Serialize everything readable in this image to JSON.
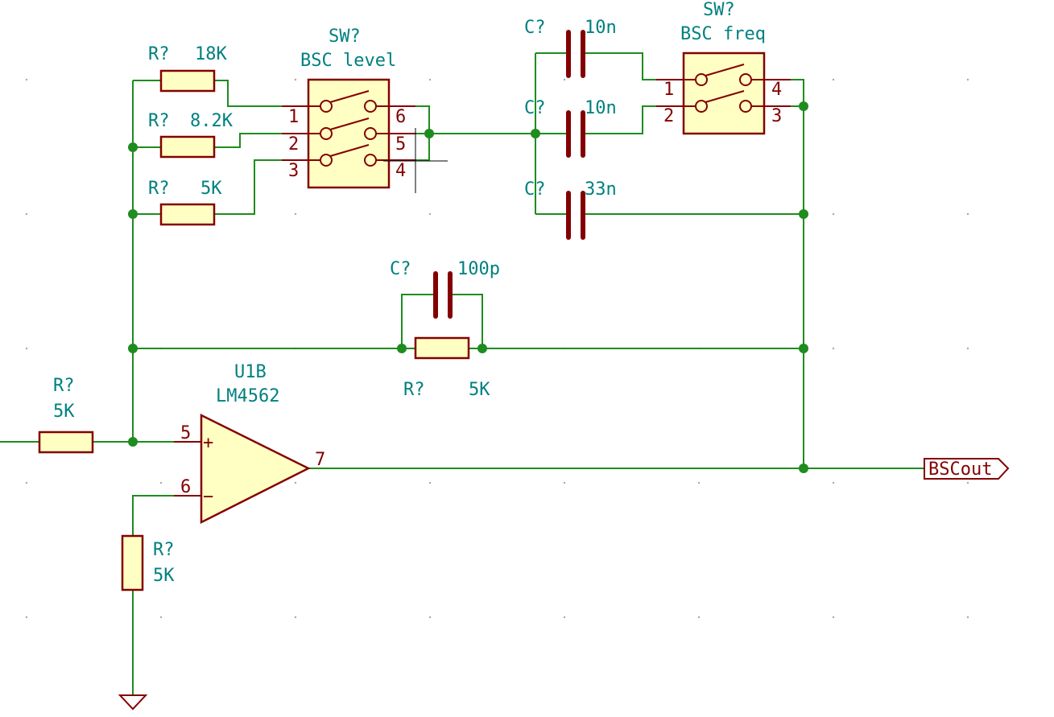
{
  "resistors": {
    "r18k": {
      "ref": "R?",
      "value": "18K"
    },
    "r8k2": {
      "ref": "R?",
      "value": "8.2K"
    },
    "r5k_a": {
      "ref": "R?",
      "value": "5K"
    },
    "rfb": {
      "ref": "R?",
      "value": "5K"
    },
    "rin": {
      "ref": "R?",
      "value": "5K"
    },
    "rgnd": {
      "ref": "R?",
      "value": "5K"
    }
  },
  "capacitors": {
    "c10n_a": {
      "ref": "C?",
      "value": "10n"
    },
    "c10n_b": {
      "ref": "C?",
      "value": "10n"
    },
    "c33n": {
      "ref": "C?",
      "value": "33n"
    },
    "c100p": {
      "ref": "C?",
      "value": "100p"
    }
  },
  "sw_level": {
    "ref": "SW?",
    "value": "BSC level",
    "pins": {
      "p1": "1",
      "p2": "2",
      "p3": "3",
      "p4": "4",
      "p5": "5",
      "p6": "6"
    }
  },
  "sw_freq": {
    "ref": "SW?",
    "value": "BSC freq",
    "pins": {
      "p1": "1",
      "p2": "2",
      "p3": "3",
      "p4": "4"
    }
  },
  "opamp": {
    "ref": "U1B",
    "value": "LM4562",
    "pins": {
      "plus": "5",
      "minus": "6",
      "out": "7"
    },
    "plus_sign": "+",
    "minus_sign": "−"
  },
  "output_label": "BSCout",
  "colors": {
    "wire": "#1e8c1e",
    "symbol": "#840000",
    "fill": "#ffffc4",
    "ref_text": "#00807f"
  }
}
